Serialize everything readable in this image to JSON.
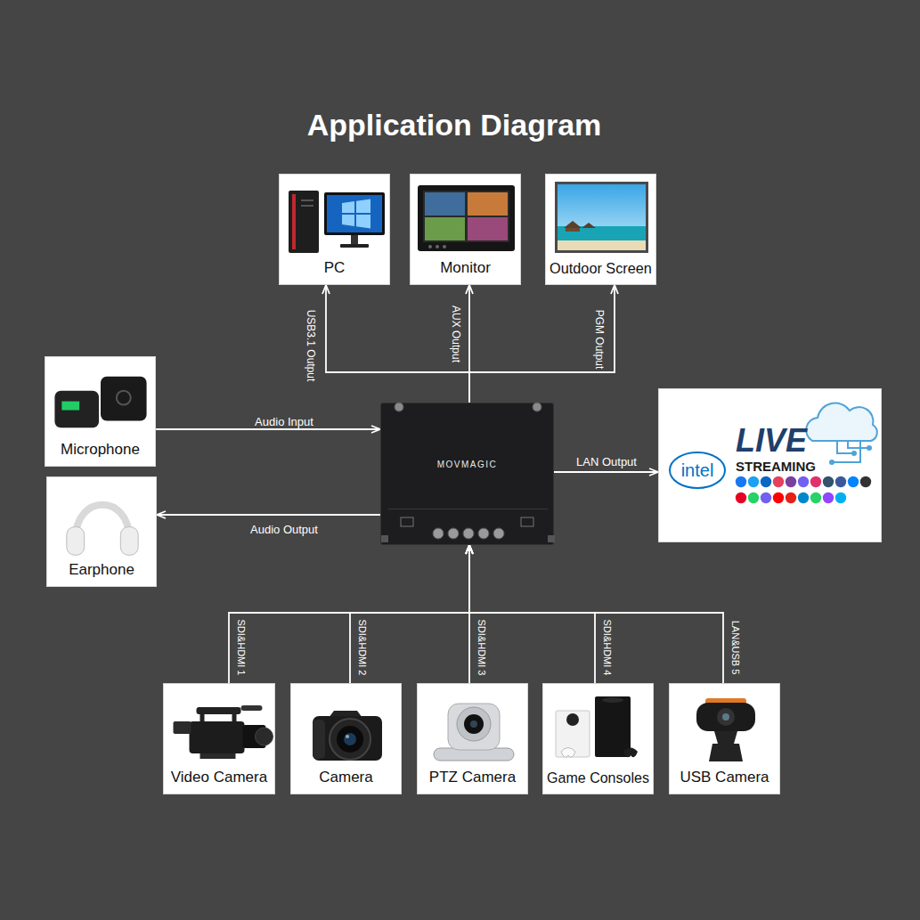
{
  "diagram": {
    "title": "Application Diagram",
    "nodes": [
      {
        "text": [
          "PC"
        ]
      },
      {
        "text": [
          "Monitor"
        ]
      },
      {
        "text": [
          "Outdoor Screen"
        ]
      },
      {
        "text": [
          "Microphone"
        ]
      },
      {
        "text": [
          "MOVMAGIC"
        ]
      },
      {
        "text": [
          "intel",
          "LIVE",
          "STREAMING"
        ]
      },
      {
        "text": [
          "Earphone"
        ]
      },
      {
        "text": [
          "Video Camera"
        ]
      },
      {
        "text": [
          "Camera"
        ]
      },
      {
        "text": [
          "PTZ Camera"
        ]
      },
      {
        "text": [
          "Game Consoles"
        ]
      },
      {
        "text": [
          "USB Camera"
        ]
      }
    ],
    "edges": [
      {
        "from": 4,
        "to": 0,
        "label": "USB3.1 Output",
        "arrow": "to"
      },
      {
        "from": 4,
        "to": 1,
        "label": "AUX Output",
        "arrow": "to"
      },
      {
        "from": 4,
        "to": 2,
        "label": "PGM Output",
        "arrow": "to"
      },
      {
        "from": 3,
        "to": 4,
        "label": "Audio Input",
        "arrow": "to"
      },
      {
        "from": 4,
        "to": 6,
        "label": "Audio Output",
        "arrow": "to"
      },
      {
        "from": 4,
        "to": 5,
        "label": "LAN Output",
        "arrow": "to"
      },
      {
        "from": 7,
        "to": 4,
        "label": "SDI&HDMI 1",
        "arrow": "to"
      },
      {
        "from": 8,
        "to": 4,
        "label": "SDI&HDMI 2",
        "arrow": "to"
      },
      {
        "from": 9,
        "to": 4,
        "label": "SDI&HDMI 3",
        "arrow": "to"
      },
      {
        "from": 10,
        "to": 4,
        "label": "SDI&HDMI 4",
        "arrow": "to"
      },
      {
        "from": 11,
        "to": 4,
        "label": "LAN&USB 5",
        "arrow": "to"
      }
    ]
  }
}
